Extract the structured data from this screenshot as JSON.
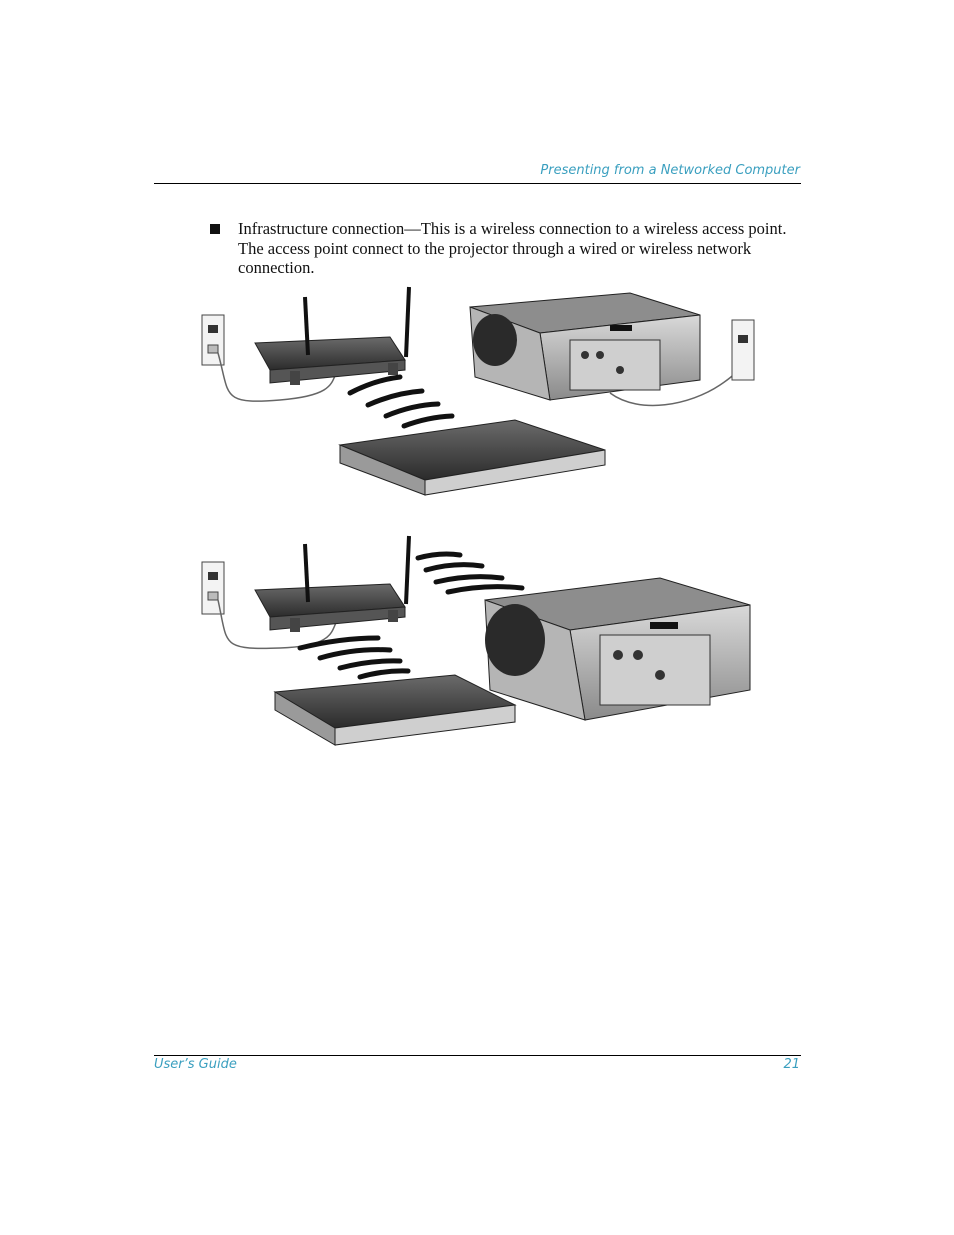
{
  "header": {
    "section_title": "Presenting from a Networked Computer"
  },
  "body": {
    "bullet_text": "Infrastructure connection—This is a wireless connection to a wireless access point. The access point connect to the projector through a wired or wireless network connection."
  },
  "figures": [
    {
      "icons": [
        "wall-jack-icon",
        "wireless-access-point-icon",
        "wireless-signal-icon",
        "projector-icon",
        "laptop-icon",
        "wall-jack-icon"
      ]
    },
    {
      "icons": [
        "wall-jack-icon",
        "wireless-access-point-icon",
        "wireless-signal-icon",
        "projector-icon",
        "laptop-icon"
      ]
    }
  ],
  "footer": {
    "doc_name": "User’s Guide",
    "page_number": "21"
  },
  "colors": {
    "accent": "#3a9fbf",
    "text": "#111111"
  }
}
